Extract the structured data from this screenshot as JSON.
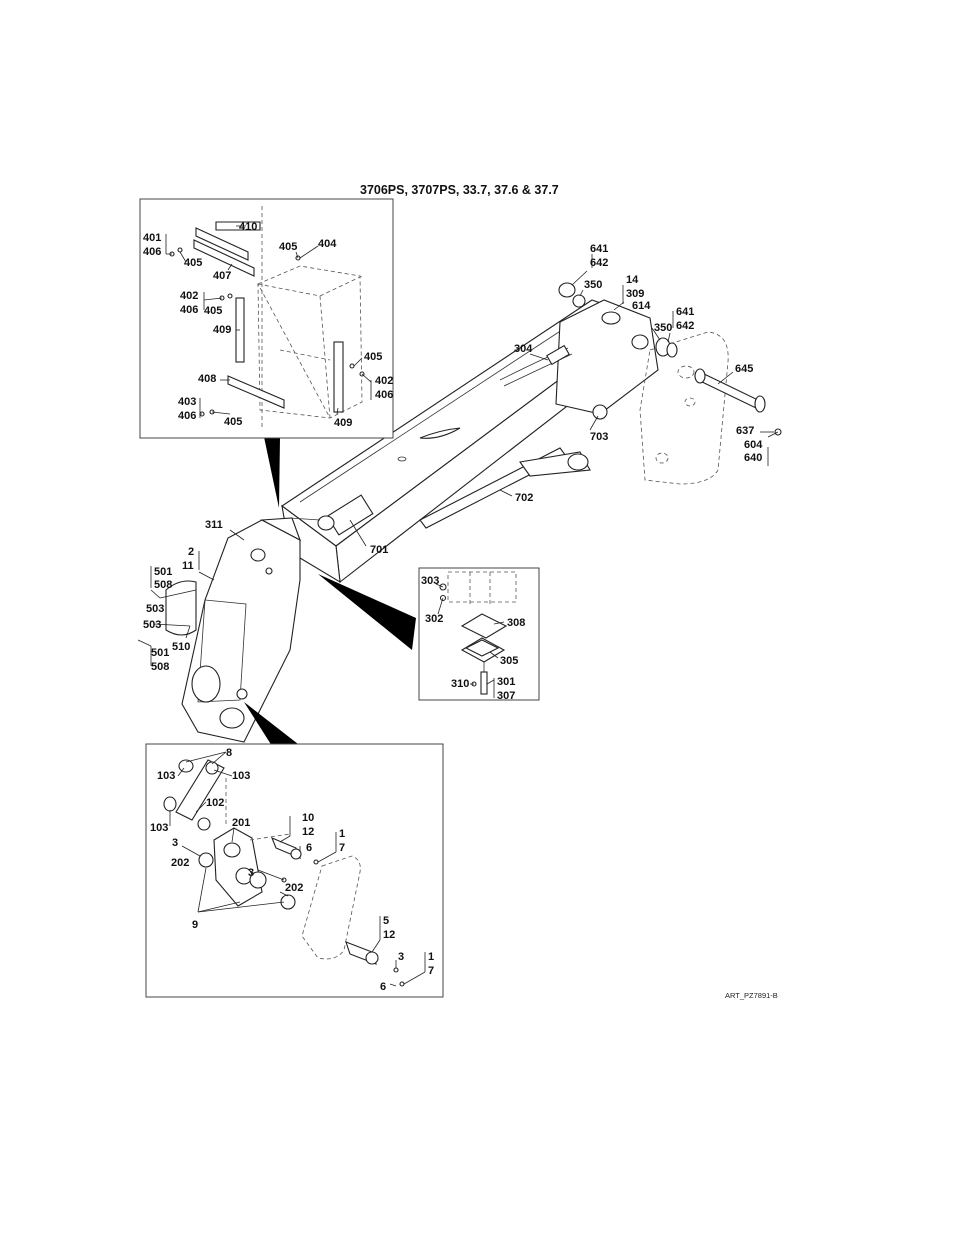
{
  "title": "3706PS, 3707PS, 33.7, 37.6 & 37.7",
  "art_ref": "ART_PZ7891-B",
  "callouts": [
    {
      "id": "c641a",
      "text": "641"
    },
    {
      "id": "c642a",
      "text": "642"
    },
    {
      "id": "c350a",
      "text": "350"
    },
    {
      "id": "c14",
      "text": "14"
    },
    {
      "id": "c309",
      "text": "309"
    },
    {
      "id": "c614",
      "text": "614"
    },
    {
      "id": "c641b",
      "text": "641"
    },
    {
      "id": "c642b",
      "text": "642"
    },
    {
      "id": "c350b",
      "text": "350"
    },
    {
      "id": "c304",
      "text": "304"
    },
    {
      "id": "c645",
      "text": "645"
    },
    {
      "id": "c703",
      "text": "703"
    },
    {
      "id": "c637",
      "text": "637"
    },
    {
      "id": "c604",
      "text": "604"
    },
    {
      "id": "c640",
      "text": "640"
    },
    {
      "id": "c702",
      "text": "702"
    },
    {
      "id": "c701",
      "text": "701"
    },
    {
      "id": "c311",
      "text": "311"
    },
    {
      "id": "c2",
      "text": "2"
    },
    {
      "id": "c11",
      "text": "11"
    },
    {
      "id": "c501a",
      "text": "501"
    },
    {
      "id": "c508a",
      "text": "508"
    },
    {
      "id": "c503a",
      "text": "503"
    },
    {
      "id": "c503b",
      "text": "503"
    },
    {
      "id": "c510",
      "text": "510"
    },
    {
      "id": "c501b",
      "text": "501"
    },
    {
      "id": "c508b",
      "text": "508"
    },
    {
      "id": "c410",
      "text": "410"
    },
    {
      "id": "c401",
      "text": "401"
    },
    {
      "id": "c406a",
      "text": "406"
    },
    {
      "id": "c405a",
      "text": "405"
    },
    {
      "id": "c404",
      "text": "404"
    },
    {
      "id": "c405b",
      "text": "405"
    },
    {
      "id": "c407",
      "text": "407"
    },
    {
      "id": "c402a",
      "text": "402"
    },
    {
      "id": "c406b",
      "text": "406"
    },
    {
      "id": "c405c",
      "text": "405"
    },
    {
      "id": "c409a",
      "text": "409"
    },
    {
      "id": "c405d",
      "text": "405"
    },
    {
      "id": "c402b",
      "text": "402"
    },
    {
      "id": "c406c",
      "text": "406"
    },
    {
      "id": "c408",
      "text": "408"
    },
    {
      "id": "c403",
      "text": "403"
    },
    {
      "id": "c406d",
      "text": "406"
    },
    {
      "id": "c405e",
      "text": "405"
    },
    {
      "id": "c409b",
      "text": "409"
    },
    {
      "id": "c303",
      "text": "303"
    },
    {
      "id": "c302",
      "text": "302"
    },
    {
      "id": "c308",
      "text": "308"
    },
    {
      "id": "c305",
      "text": "305"
    },
    {
      "id": "c310",
      "text": "310"
    },
    {
      "id": "c301",
      "text": "301"
    },
    {
      "id": "c307",
      "text": "307"
    },
    {
      "id": "c8",
      "text": "8"
    },
    {
      "id": "c103a",
      "text": "103"
    },
    {
      "id": "c103b",
      "text": "103"
    },
    {
      "id": "c102",
      "text": "102"
    },
    {
      "id": "c103c",
      "text": "103"
    },
    {
      "id": "c201",
      "text": "201"
    },
    {
      "id": "c10",
      "text": "10"
    },
    {
      "id": "c12a",
      "text": "12"
    },
    {
      "id": "c1a",
      "text": "1"
    },
    {
      "id": "c7a",
      "text": "7"
    },
    {
      "id": "c3a",
      "text": "3"
    },
    {
      "id": "c6a",
      "text": "6"
    },
    {
      "id": "c202a",
      "text": "202"
    },
    {
      "id": "c3b",
      "text": "3"
    },
    {
      "id": "c202b",
      "text": "202"
    },
    {
      "id": "c9",
      "text": "9"
    },
    {
      "id": "c5",
      "text": "5"
    },
    {
      "id": "c12b",
      "text": "12"
    },
    {
      "id": "c3c",
      "text": "3"
    },
    {
      "id": "c1b",
      "text": "1"
    },
    {
      "id": "c7b",
      "text": "7"
    },
    {
      "id": "c6b",
      "text": "6"
    }
  ]
}
